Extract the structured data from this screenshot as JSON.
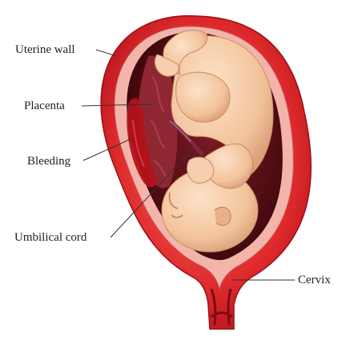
{
  "labels": {
    "uterine_wall": "Uterine wall",
    "placenta": "Placenta",
    "bleeding": "Bleeding",
    "umbilical_cord": "Umbilical cord",
    "cervix": "Cervix"
  },
  "colors": {
    "uterus_outer": "#d8202a",
    "uterus_inner": "#f0a7a0",
    "amniotic_cavity": "#5a0d14",
    "fetus_skin": "#f3c9a4",
    "fetus_shadow": "#e0a77f",
    "placenta": "#8f2733",
    "blood": "#b3121b",
    "leader_line": "#333333"
  }
}
